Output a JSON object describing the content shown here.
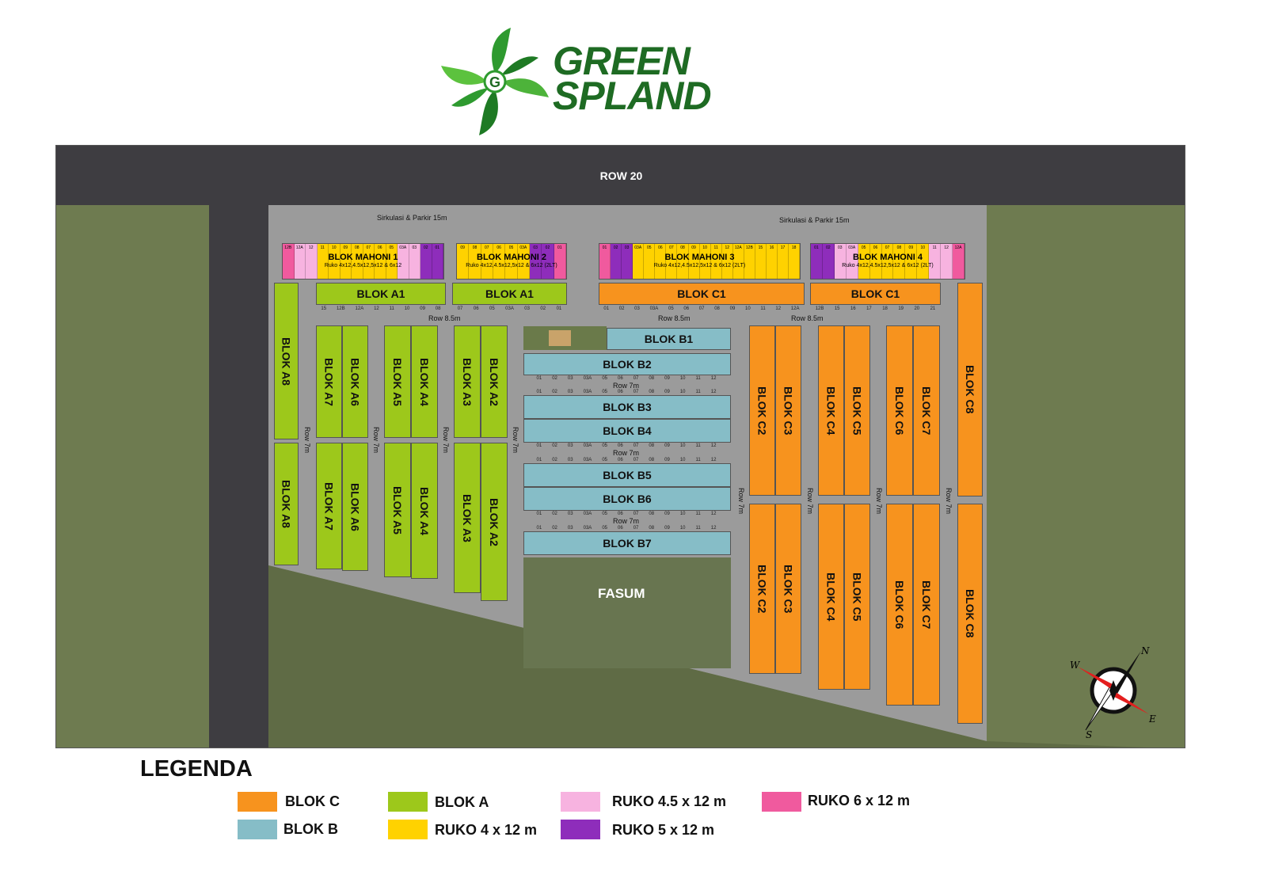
{
  "brand": {
    "line1": "GREEN",
    "line2": "SPLAND",
    "logo_letter": "G"
  },
  "map": {
    "main_road": "ROW 20",
    "circulation_left": "Sirkulasi & Parkir 15m",
    "circulation_right": "Sirkulasi & Parkir 15m",
    "row85_labels": [
      "Row 8.5m",
      "Row 8.5m",
      "Row 8.5m"
    ],
    "row7_label": "Row 7m",
    "mahoni": [
      {
        "name": "BLOK MAHONI 1",
        "sub": "Ruko 4x12,4.5x12,5x12 & 6x12",
        "lots": [
          "12B",
          "12A",
          "12",
          "11",
          "10",
          "09",
          "08",
          "07",
          "06",
          "05",
          "03A",
          "03",
          "02",
          "01"
        ],
        "colors": [
          "H",
          "P",
          "P",
          "Y",
          "Y",
          "Y",
          "Y",
          "Y",
          "Y",
          "Y",
          "P",
          "P",
          "U",
          "U"
        ]
      },
      {
        "name": "BLOK MAHONI 2",
        "sub": "Ruko 4x12,4.5x12,5x12 & 6x12 (2LT)",
        "lots": [
          "09",
          "08",
          "07",
          "06",
          "05",
          "03A",
          "03",
          "02",
          "01"
        ],
        "colors": [
          "Y",
          "Y",
          "Y",
          "Y",
          "Y",
          "Y",
          "U",
          "U",
          "H"
        ]
      },
      {
        "name": "BLOK MAHONI 3",
        "sub": "Ruko 4x12,4.5x12,5x12 & 6x12 (2LT)",
        "lots": [
          "01",
          "02",
          "03",
          "03A",
          "05",
          "06",
          "07",
          "08",
          "09",
          "10",
          "11",
          "12",
          "12A",
          "12B",
          "15",
          "16",
          "17",
          "18"
        ],
        "colors": [
          "H",
          "U",
          "U",
          "Y",
          "Y",
          "Y",
          "Y",
          "Y",
          "Y",
          "Y",
          "Y",
          "Y",
          "Y",
          "Y",
          "Y",
          "Y",
          "Y",
          "Y"
        ]
      },
      {
        "name": "BLOK MAHONI 4",
        "sub": "Ruko 4x12,4.5x12,5x12 & 6x12 (2LT)",
        "lots": [
          "01",
          "02",
          "03",
          "03A",
          "05",
          "06",
          "07",
          "08",
          "09",
          "10",
          "11",
          "12",
          "12A"
        ],
        "colors": [
          "U",
          "U",
          "P",
          "P",
          "Y",
          "Y",
          "Y",
          "Y",
          "Y",
          "Y",
          "P",
          "P",
          "H"
        ]
      }
    ],
    "a1_left": {
      "name": "BLOK A1",
      "lots": [
        "15",
        "12B",
        "12A",
        "12",
        "11",
        "10",
        "09",
        "08"
      ]
    },
    "a1_right": {
      "name": "BLOK A1",
      "lots": [
        "07",
        "06",
        "05",
        "03A",
        "03",
        "02",
        "01"
      ]
    },
    "c1_left": {
      "name": "BLOK C1",
      "lots": [
        "01",
        "02",
        "03",
        "03A",
        "05",
        "06",
        "07",
        "08",
        "09",
        "10",
        "11",
        "12",
        "12A"
      ]
    },
    "c1_right": {
      "name": "BLOK C1",
      "lots": [
        "12B",
        "15",
        "16",
        "17",
        "18",
        "19",
        "20",
        "21"
      ]
    },
    "b_lots": [
      "01",
      "02",
      "03",
      "03A",
      "05",
      "06",
      "07",
      "08",
      "09",
      "10",
      "11",
      "12"
    ],
    "blocks_a": [
      "BLOK A8",
      "BLOK A7",
      "BLOK A6",
      "BLOK A5",
      "BLOK A4",
      "BLOK A3",
      "BLOK A2"
    ],
    "blocks_b": [
      "BLOK B1",
      "BLOK B2",
      "BLOK B3",
      "BLOK B4",
      "BLOK B5",
      "BLOK B6",
      "BLOK B7"
    ],
    "blocks_c": [
      "BLOK C2",
      "BLOK C3",
      "BLOK C4",
      "BLOK C5",
      "BLOK C6",
      "BLOK C7",
      "BLOK C8"
    ],
    "fasum": "FASUM",
    "compass": {
      "n": "N",
      "s": "S",
      "e": "E",
      "w": "W"
    }
  },
  "legend": {
    "title": "LEGENDA",
    "items": [
      {
        "label": "BLOK C",
        "color": "#f7931e"
      },
      {
        "label": "BLOK B",
        "color": "#86bdc7"
      },
      {
        "label": "BLOK A",
        "color": "#9dc81b"
      },
      {
        "label": "RUKO 4 x 12 m",
        "color": "#ffd200"
      },
      {
        "label": "RUKO 4.5 x 12 m",
        "color": "#f7b3e0"
      },
      {
        "label": "RUKO 5 x 12 m",
        "color": "#8e2dbb"
      },
      {
        "label": "RUKO 6 x 12 m",
        "color": "#f05a9e"
      }
    ]
  }
}
